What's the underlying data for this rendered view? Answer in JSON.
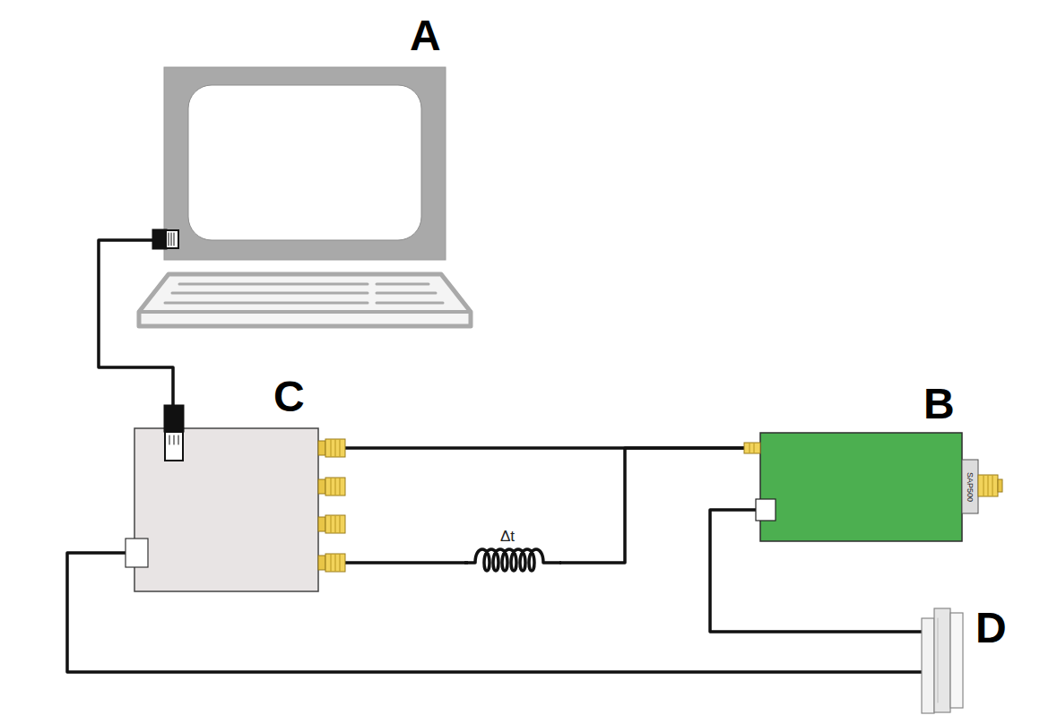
{
  "diagram": {
    "nodes": [
      {
        "text": [
          "A"
        ]
      },
      {
        "text": [
          "C"
        ]
      },
      {
        "text": [
          "B"
        ]
      },
      {
        "text": [
          "D"
        ]
      }
    ],
    "edges": [
      {
        "from": 0,
        "to": 1,
        "arrow": "none"
      },
      {
        "from": 1,
        "to": 2,
        "arrow": "none"
      },
      {
        "from": 1,
        "to": 2,
        "label": "Δt",
        "arrow": "none"
      },
      {
        "from": 1,
        "to": 3,
        "arrow": "none"
      },
      {
        "from": 2,
        "to": 3,
        "arrow": "none"
      }
    ],
    "labels": [
      "SAP500"
    ]
  }
}
